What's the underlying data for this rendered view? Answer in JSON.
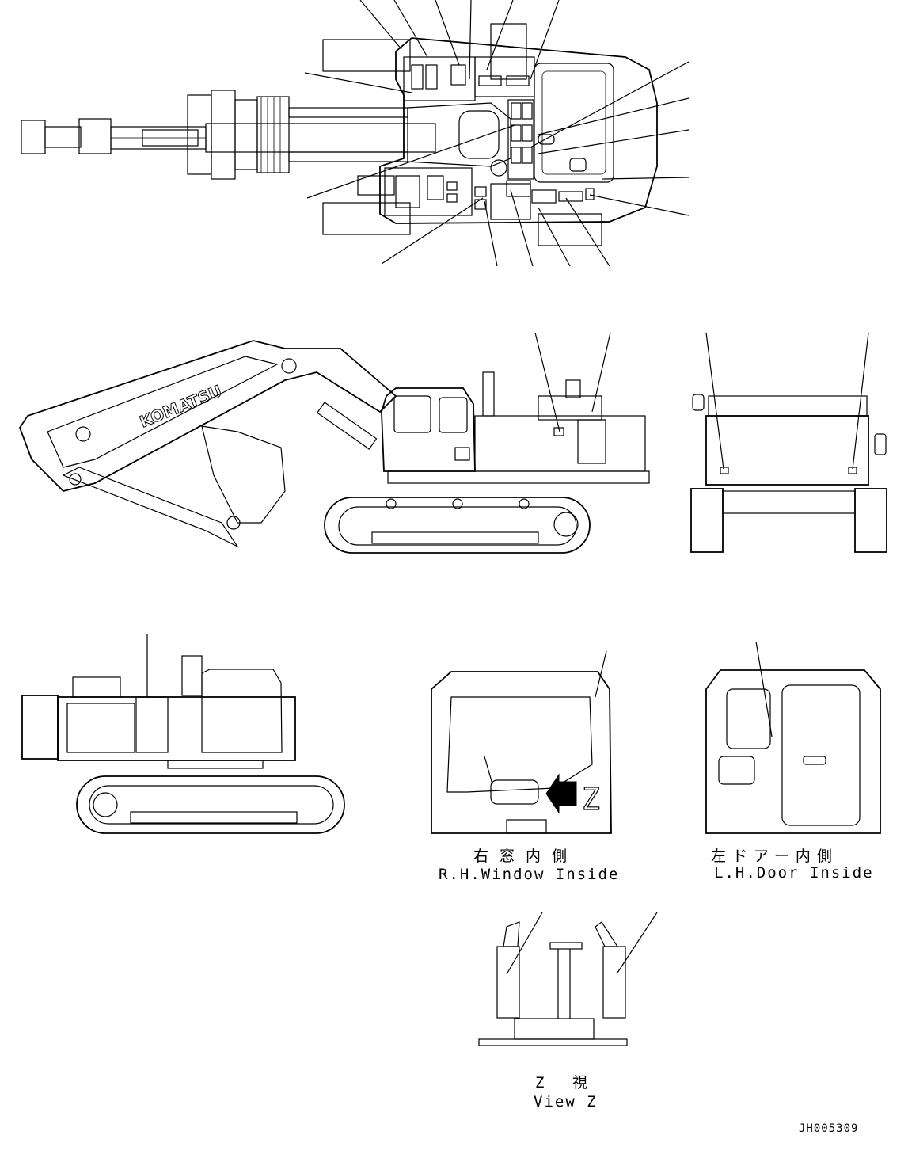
{
  "labels": {
    "rh_window_jp": "右窓内側",
    "rh_window_en": "R.H.Window Inside",
    "lh_door_jp": "左ドアー内側",
    "lh_door_en": "L.H.Door Inside",
    "view_z_jp": "Z 視",
    "view_z_en": "View Z",
    "z_marker": "Z",
    "brand": "KOMATSU",
    "drawing_code": "JH005309"
  }
}
